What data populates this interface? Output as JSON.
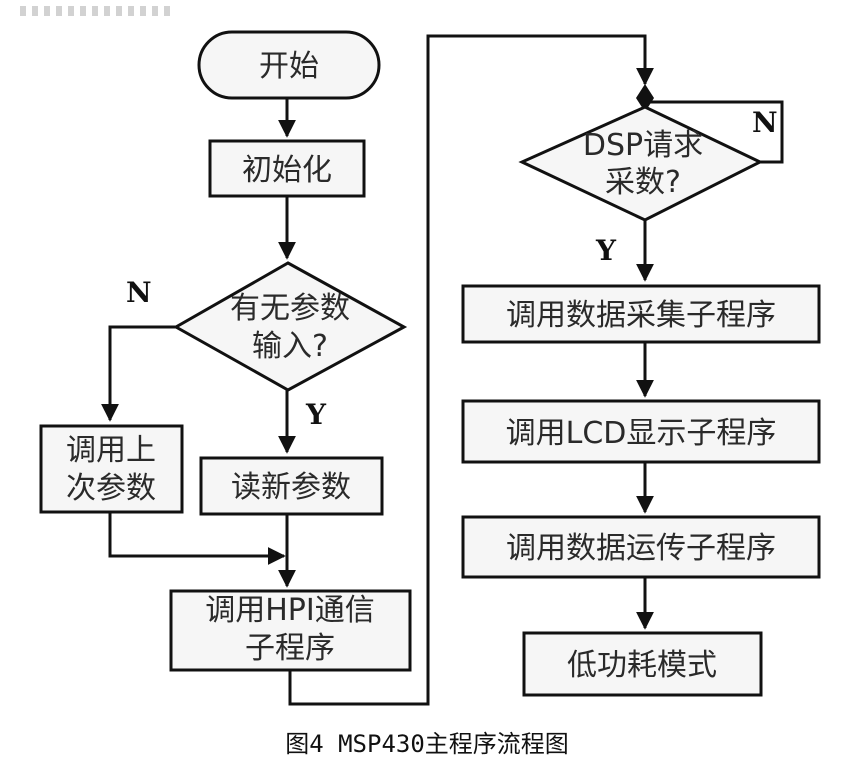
{
  "nodes": {
    "start": "开始",
    "init": "初始化",
    "param_q_line1": "有无参数",
    "param_q_line2": "输入?",
    "use_last_line1": "调用上",
    "use_last_line2": "次参数",
    "read_new": "读新参数",
    "hpi_line1": "调用HPI通信",
    "hpi_line2": "子程序",
    "dsp_q_line1": "DSP请求",
    "dsp_q_line2": "采数?",
    "acquire": "调用数据采集子程序",
    "lcd": "调用LCD显示子程序",
    "transfer": "调用数据运传子程序",
    "lowpower": "低功耗模式"
  },
  "edges": {
    "param_no": "N",
    "param_yes": "Y",
    "dsp_no": "N",
    "dsp_yes": "Y"
  },
  "caption": "图4 MSP430主程序流程图",
  "colors": {
    "line": "#111111",
    "fill": "#f6f6f6",
    "text": "#2a2a2a"
  }
}
